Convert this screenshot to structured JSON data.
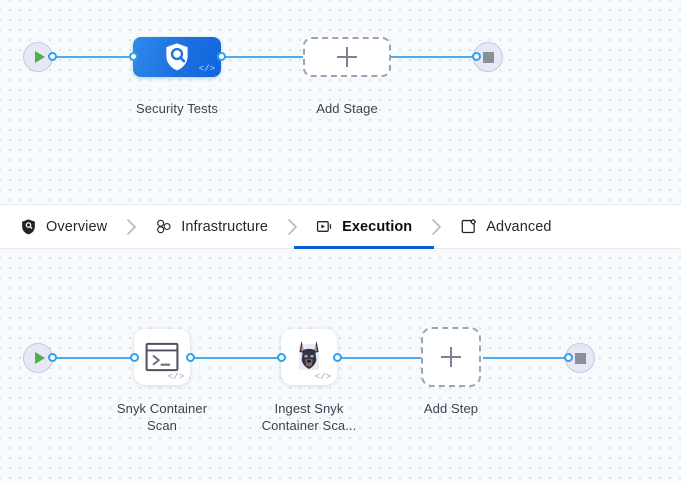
{
  "theme": {
    "canvas_bg": "#f7fafc",
    "dot_color": "#d3dce6",
    "wire_color": "#4eaaee",
    "port_stroke": "#30a0ec",
    "stage_gradient_from": "#2e8bea",
    "stage_gradient_to": "#1266de",
    "active_tab_underline": "#0b5cd5",
    "terminal_bg": "#e8e8f5",
    "play_color": "#4caf50",
    "stop_color": "#8b8f99",
    "dashed_border": "#9ba3b4",
    "caption_color": "#3a4452"
  },
  "stage_canvas": {
    "start_node": {
      "name": "pipeline-start",
      "icon": "play-icon"
    },
    "end_node": {
      "name": "pipeline-end",
      "icon": "stop-icon"
    },
    "nodes": [
      {
        "id": "security-tests",
        "label": "Security Tests",
        "icon": "shield-search-icon",
        "badge": "</>",
        "type": "stage"
      },
      {
        "id": "add-stage",
        "label": "Add Stage",
        "icon": "plus-icon",
        "type": "add"
      }
    ]
  },
  "tabs": {
    "items": [
      {
        "id": "overview",
        "label": "Overview",
        "icon": "shield-icon",
        "active": false
      },
      {
        "id": "infrastructure",
        "label": "Infrastructure",
        "icon": "infrastructure-icon",
        "active": false
      },
      {
        "id": "execution",
        "label": "Execution",
        "icon": "execution-icon",
        "active": true
      },
      {
        "id": "advanced",
        "label": "Advanced",
        "icon": "advanced-icon",
        "active": false
      }
    ],
    "separator_icon": "chevron-right-icon"
  },
  "step_canvas": {
    "start_node": {
      "name": "execution-start",
      "icon": "play-icon"
    },
    "end_node": {
      "name": "execution-end",
      "icon": "stop-icon"
    },
    "nodes": [
      {
        "id": "snyk-container-scan",
        "label_line1": "Snyk Container",
        "label_line2": "Scan",
        "icon": "terminal-icon",
        "badge": "</>",
        "type": "step"
      },
      {
        "id": "ingest-snyk-container-scan",
        "label_line1": "Ingest Snyk",
        "label_line2": "Container Sca...",
        "icon": "snyk-doberman-icon",
        "badge": "</>",
        "type": "step"
      },
      {
        "id": "add-step",
        "label_line1": "Add Step",
        "label_line2": "",
        "icon": "plus-icon",
        "type": "add"
      }
    ]
  }
}
